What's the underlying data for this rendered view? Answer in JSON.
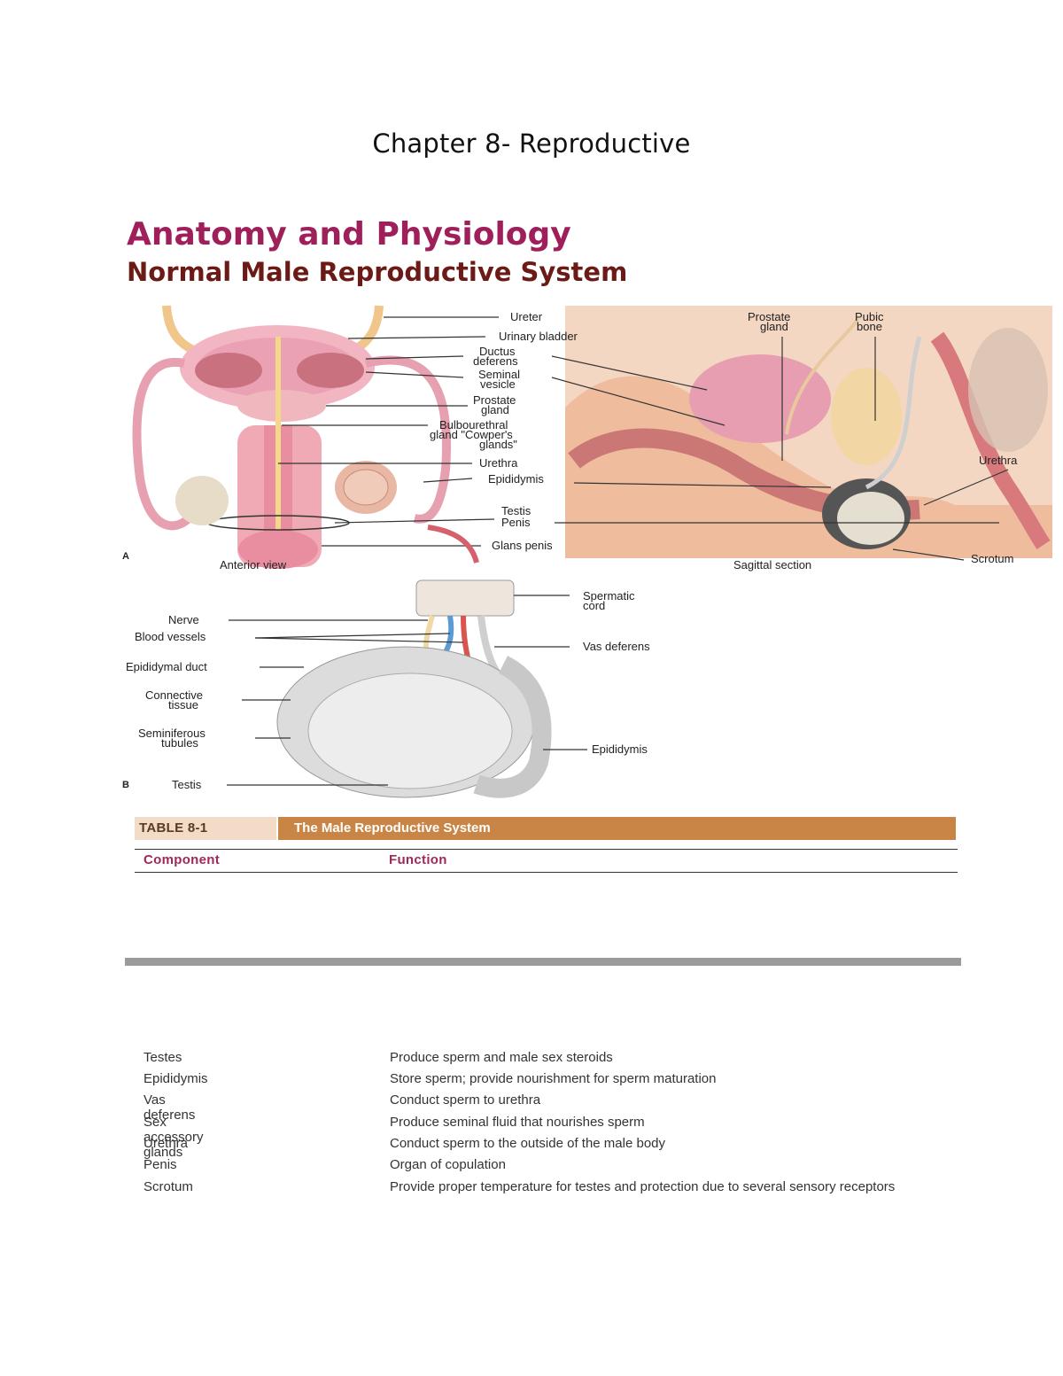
{
  "page": {
    "chapter_title": "Chapter 8- Reproductive",
    "heading": "Anatomy and Physiology",
    "subheading": "Normal Male Reproductive System"
  },
  "figure_a": {
    "panel_label": "A",
    "anterior_caption": "Anterior view",
    "sagittal_caption": "Sagittal section",
    "labels": {
      "ureter": "Ureter",
      "urinary_bladder": "Urinary bladder",
      "ductus_deferens_1": "Ductus",
      "ductus_deferens_2": "deferens",
      "seminal_vesicle_1": "Seminal",
      "seminal_vesicle_2": "vesicle",
      "prostate_1": "Prostate",
      "prostate_2": "gland",
      "bulbo_1": "Bulbourethral",
      "bulbo_2": "gland \"Cowper's",
      "bulbo_3": "glands\"",
      "urethra": "Urethra",
      "epididymis": "Epididymis",
      "testis": "Testis",
      "penis": "Penis",
      "glans": "Glans penis",
      "prostate_s1": "Prostate",
      "prostate_s2": "gland",
      "pubic_1": "Pubic",
      "pubic_2": "bone",
      "urethra_s": "Urethra",
      "scrotum": "Scrotum"
    }
  },
  "figure_b": {
    "panel_label": "B",
    "labels": {
      "nerve": "Nerve",
      "blood_vessels": "Blood vessels",
      "epididymal_duct": "Epididymal duct",
      "connective_1": "Connective",
      "connective_2": "tissue",
      "seminiferous_1": "Seminiferous",
      "seminiferous_2": "tubules",
      "testis": "Testis",
      "spermatic_1": "Spermatic",
      "spermatic_2": "cord",
      "vas_deferens": "Vas deferens",
      "epididymis": "Epididymis"
    }
  },
  "table": {
    "tag": "TABLE 8-1",
    "title": "The Male Reproductive System",
    "col_component": "Component",
    "col_function": "Function",
    "rows": [
      {
        "component": "Testes",
        "function": "Produce sperm and male sex steroids"
      },
      {
        "component": "Epididymis",
        "function": "Store sperm; provide nourishment for sperm maturation"
      },
      {
        "component": "Vas deferens",
        "function": "Conduct sperm to urethra"
      },
      {
        "component": "Sex accessory glands",
        "function": "Produce seminal fluid that nourishes sperm"
      },
      {
        "component": "Urethra",
        "function": "Conduct sperm to the outside of the male body"
      },
      {
        "component": "Penis",
        "function": "Organ of copulation"
      },
      {
        "component": "Scrotum",
        "function": "Provide proper temperature for testes and protection due to several sensory receptors"
      }
    ]
  },
  "colors": {
    "heading": "#9e1f5a",
    "subheading": "#6b1a16",
    "table_bar": "#c98546",
    "table_tag": "#f3dcc7",
    "column_head": "#a0285a",
    "divider": "#9a9a9a"
  }
}
